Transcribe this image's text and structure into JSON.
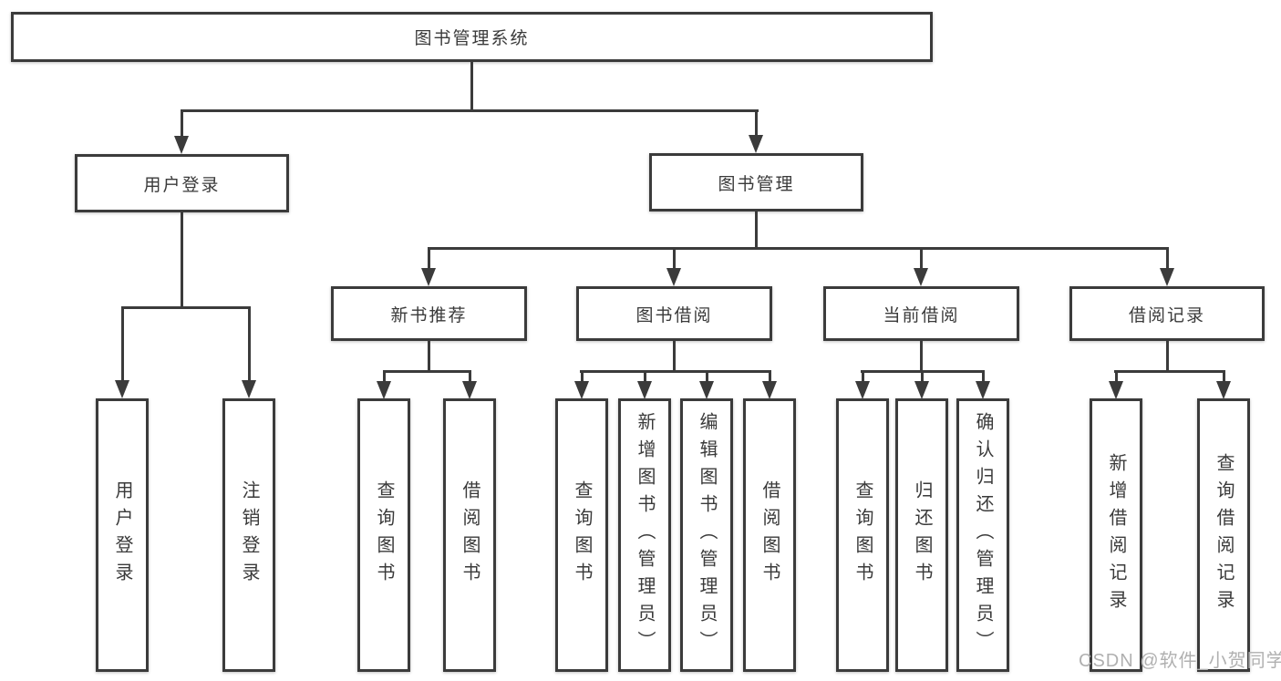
{
  "colors": {
    "line": "#3b3b3b",
    "text": "#3a3a3a",
    "watermark_color": "#b0b0b0",
    "background": "#ffffff"
  },
  "watermark": "CSDN @软件_小贺同学",
  "tree": {
    "label": "图书管理系统",
    "children": [
      {
        "label": "用户登录",
        "children": [
          {
            "label": "用户登录"
          },
          {
            "label": "注销登录"
          }
        ]
      },
      {
        "label": "图书管理",
        "children": [
          {
            "label": "新书推荐",
            "children": [
              {
                "label": "查询图书"
              },
              {
                "label": "借阅图书"
              }
            ]
          },
          {
            "label": "图书借阅",
            "children": [
              {
                "label": "查询图书"
              },
              {
                "label": "新增图书（管理员）"
              },
              {
                "label": "编辑图书（管理员）"
              },
              {
                "label": "借阅图书"
              }
            ]
          },
          {
            "label": "当前借阅",
            "children": [
              {
                "label": "查询图书"
              },
              {
                "label": "归还图书"
              },
              {
                "label": "确认归还（管理员）"
              }
            ]
          },
          {
            "label": "借阅记录",
            "children": [
              {
                "label": "新增借阅记录"
              },
              {
                "label": "查询借阅记录"
              }
            ]
          }
        ]
      }
    ]
  }
}
